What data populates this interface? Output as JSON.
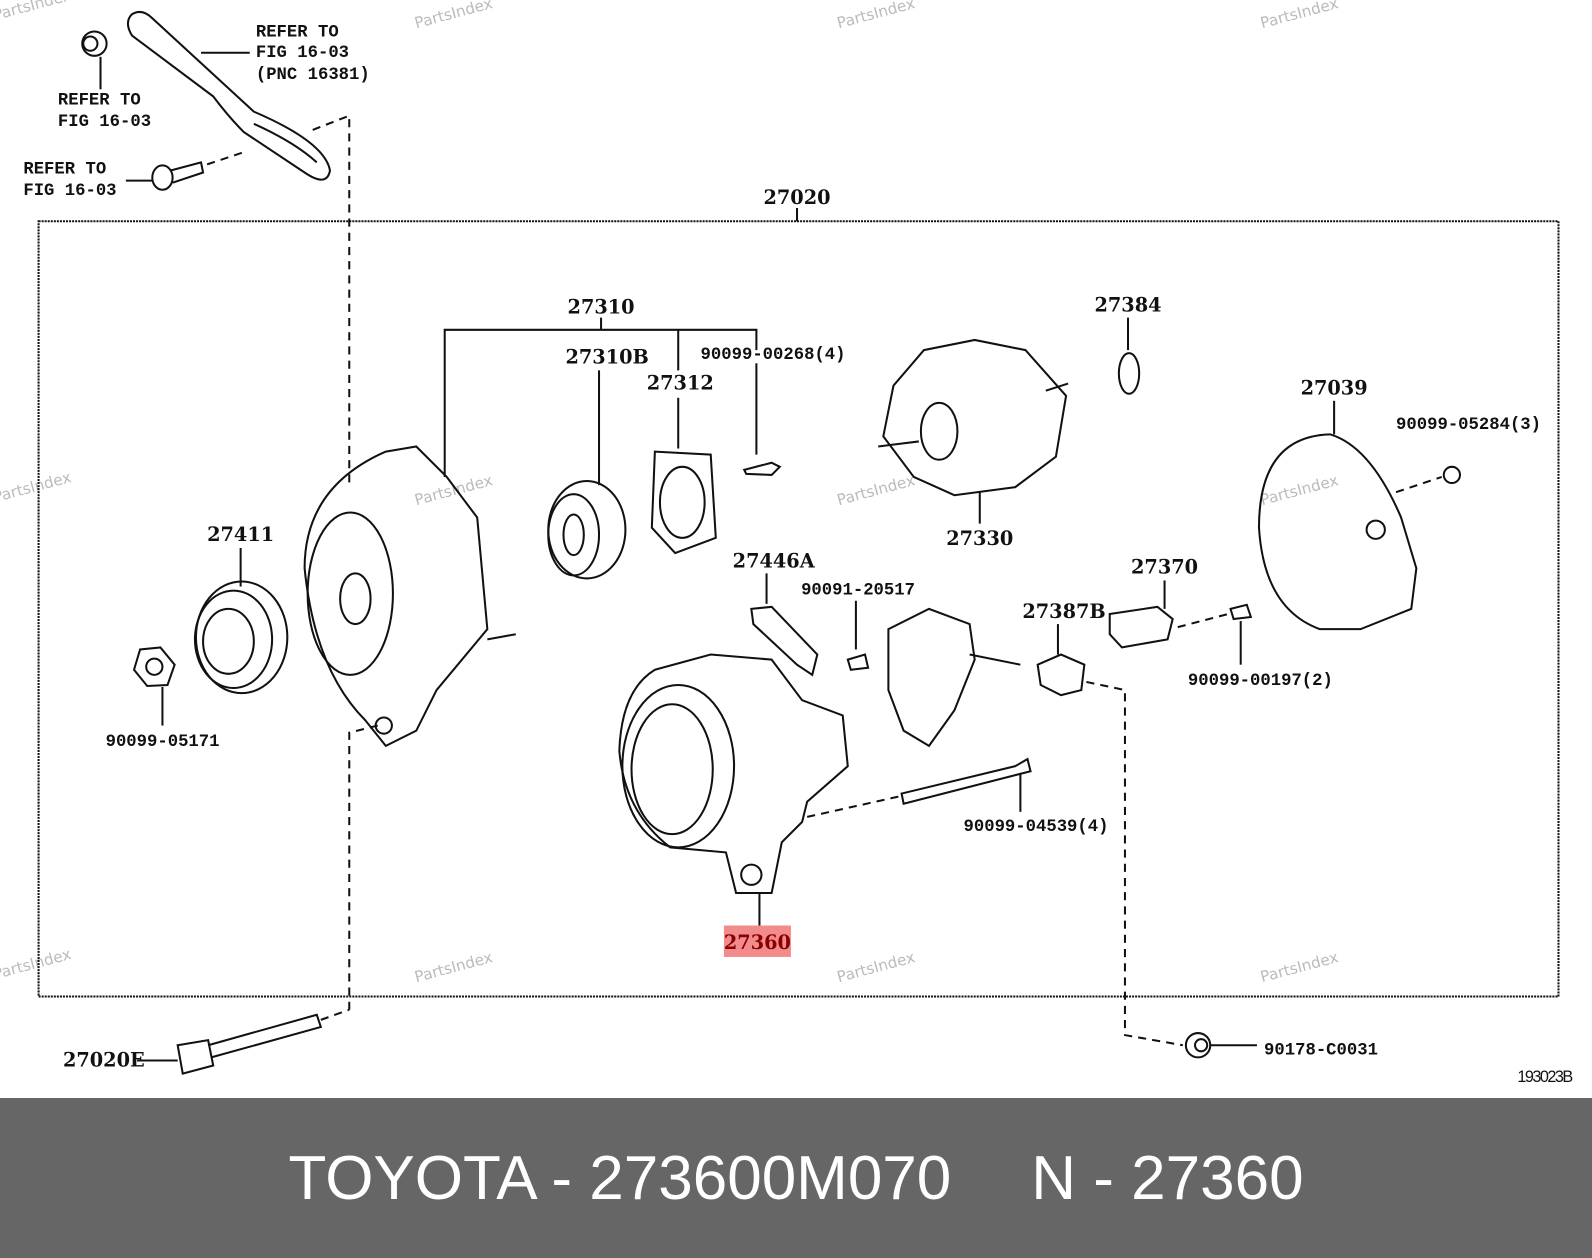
{
  "diagram": {
    "refer_1": [
      "REFER TO",
      "FIG 16-03",
      "(PNC 16381)"
    ],
    "refer_2": [
      "REFER TO",
      "FIG 16-03"
    ],
    "refer_3": [
      "REFER TO",
      "FIG 16-03"
    ],
    "assembly": "27020",
    "labels": {
      "p27310": "27310",
      "p27310B": "27310B",
      "p9009900268": "90099-00268(4)",
      "p27312": "27312",
      "p27384": "27384",
      "p27039": "27039",
      "p9009905284": "90099-05284(3)",
      "p27411": "27411",
      "p27330": "27330",
      "p27446A": "27446A",
      "p9009120517": "90091-20517",
      "p27370": "27370",
      "p27387B": "27387B",
      "p9009900197": "90099-00197(2)",
      "p9009905171": "90099-05171",
      "p9009904539": "90099-04539(4)",
      "p27360": "27360",
      "p27020E": "27020E",
      "p90178C0031": "90178-C0031"
    },
    "figure_code": "193023B",
    "watermark": "PartsIndex",
    "highlight_color": "#f28b8b"
  },
  "footer": {
    "part_text": "TOYOTA - 273600M070",
    "pnc_text": "N - 27360"
  }
}
